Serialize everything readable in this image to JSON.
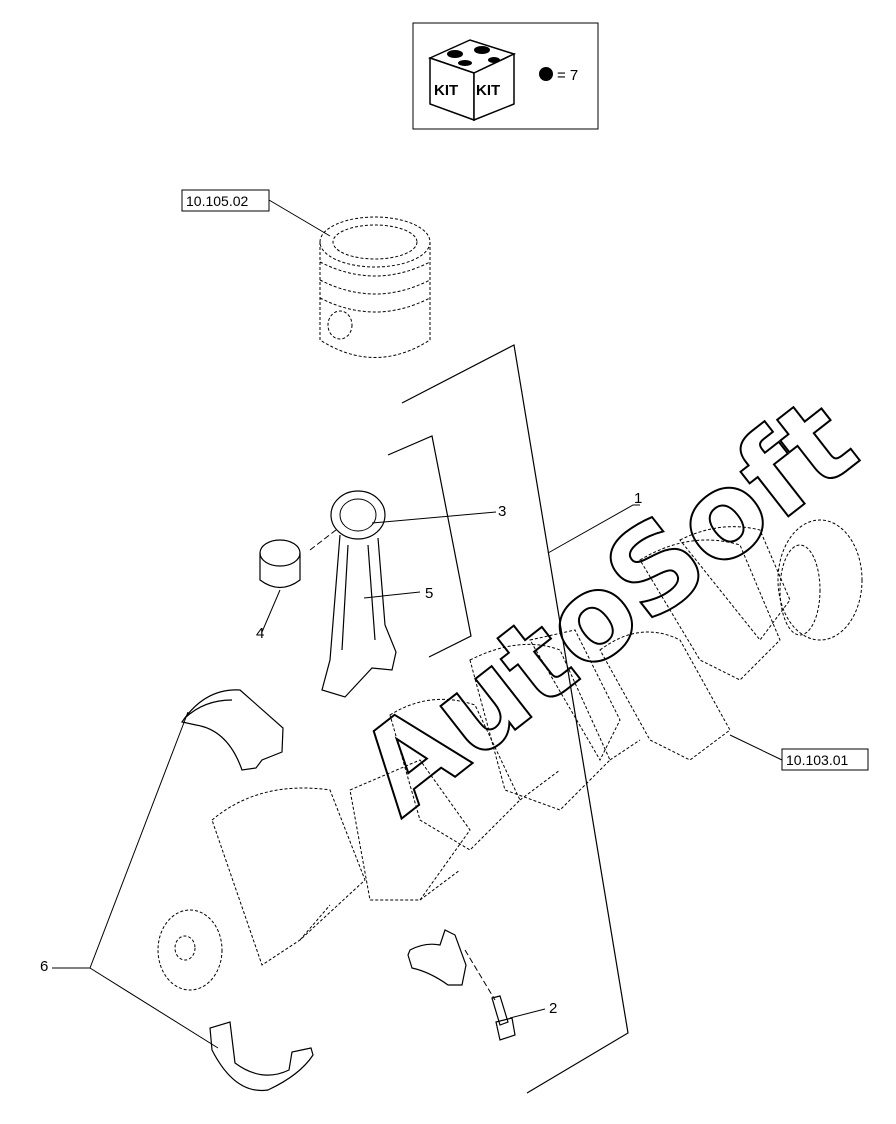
{
  "kit_box": {
    "kit_label_left": "KIT",
    "kit_label_right": "KIT",
    "legend_value": "= 7"
  },
  "references": {
    "piston": "10.105.02",
    "crankshaft": "10.103.01"
  },
  "callouts": {
    "item_1": "1",
    "item_2": "2",
    "item_3": "3",
    "item_4": "4",
    "item_5": "5",
    "item_6": "6"
  },
  "watermark": "AutoSoft"
}
